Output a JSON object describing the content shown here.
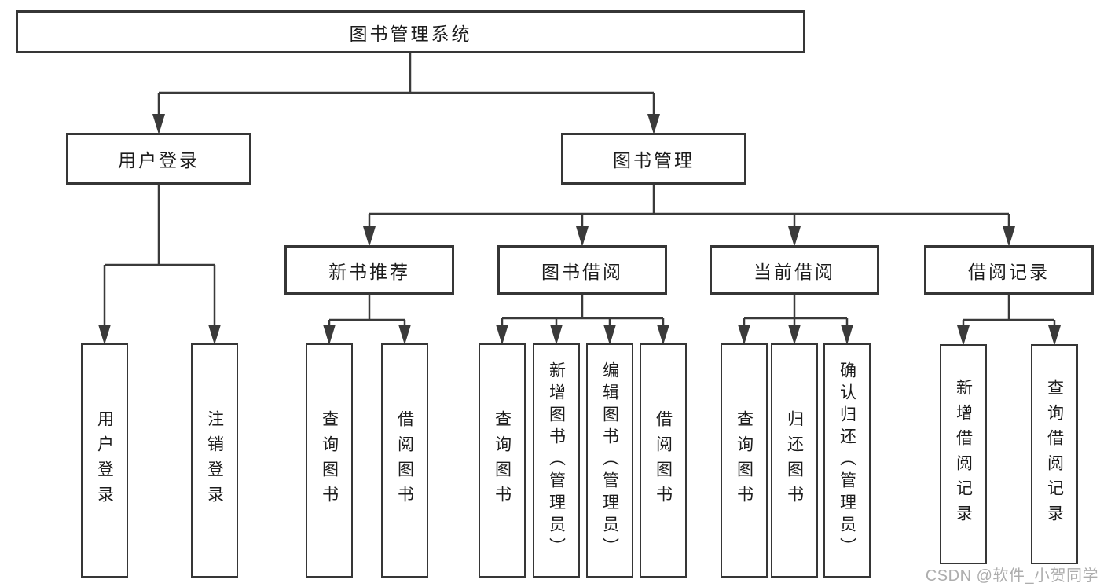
{
  "diagram": {
    "root": "图书管理系统",
    "level2": [
      "用户登录",
      "图书管理"
    ],
    "level3": [
      "新书推荐",
      "图书借阅",
      "当前借阅",
      "借阅记录"
    ],
    "leaves_login": [
      "用户登录",
      "注销登录"
    ],
    "leaves_new_book": [
      "查询图书",
      "借阅图书"
    ],
    "leaves_borrow": [
      "查询图书",
      "新增图书（管理员）",
      "编辑图书（管理员）",
      "借阅图书"
    ],
    "leaves_current": [
      "查询图书",
      "归还图书",
      "确认归还（管理员）"
    ],
    "leaves_record": [
      "新增借阅记录",
      "查询借阅记录"
    ]
  },
  "watermark": "CSDN @软件_小贺同学",
  "colors": {
    "line": "#3a3a3a",
    "box_border": "#363636",
    "text": "#1c1c1c",
    "watermark": "#adadad",
    "background": "#ffffff"
  }
}
